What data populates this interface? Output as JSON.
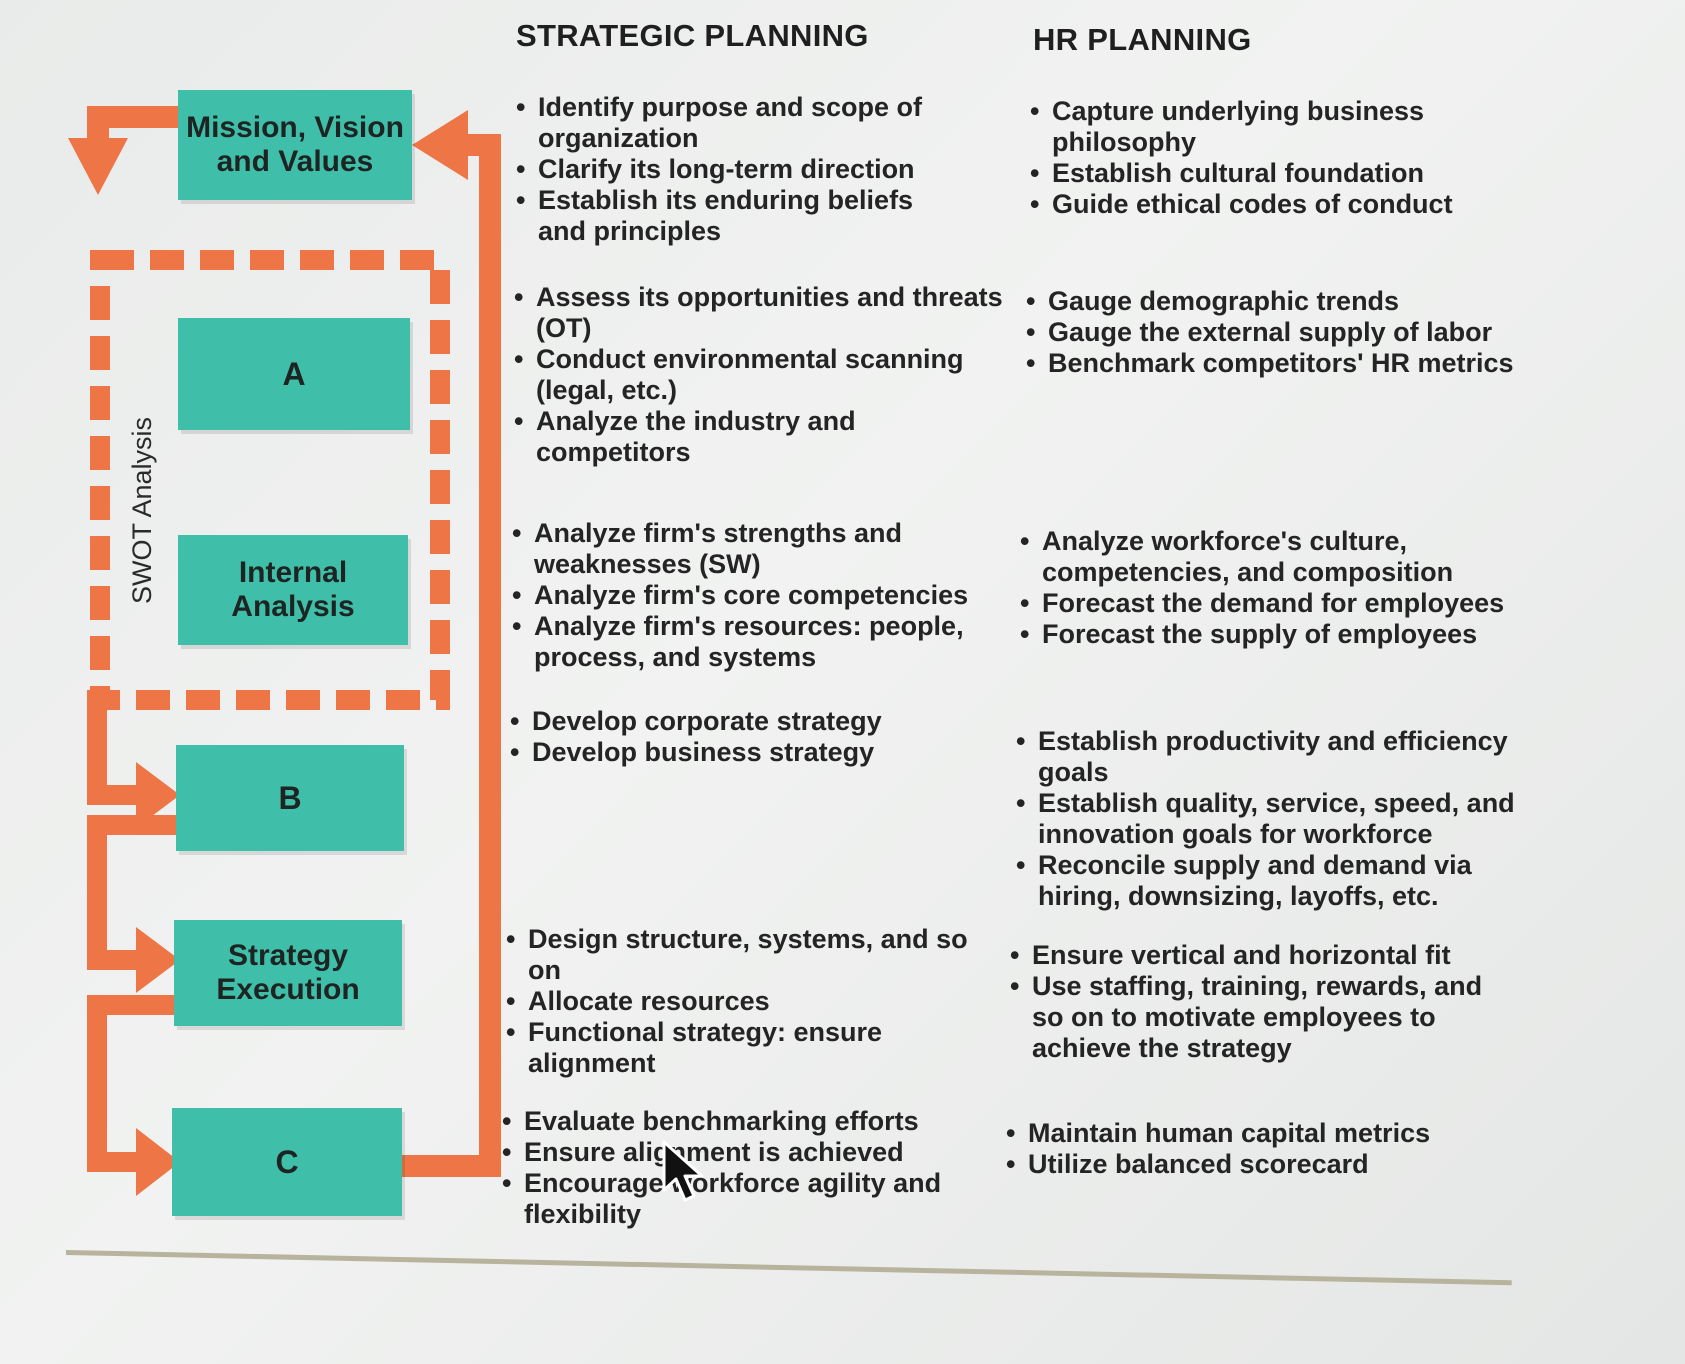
{
  "headers": {
    "strategic": "STRATEGIC PLANNING",
    "hr": "HR PLANNING"
  },
  "boxes": {
    "mission": {
      "line1": "Mission, Vision",
      "line2": "and Values"
    },
    "a": "A",
    "internal": {
      "line1": "Internal",
      "line2": "Analysis"
    },
    "b": "B",
    "execution": {
      "line1": "Strategy",
      "line2": "Execution"
    },
    "c": "C"
  },
  "swot_label": "SWOT Analysis",
  "strategic": {
    "mission": [
      "Identify purpose and scope of organization",
      "Clarify its long-term direction",
      "Establish its enduring beliefs and principles"
    ],
    "external": [
      "Assess its opportunities and threats (OT)",
      "Conduct environmental scanning (legal, etc.)",
      "Analyze the industry and competitors"
    ],
    "internal": [
      "Analyze firm's strengths and weaknesses (SW)",
      "Analyze firm's core competencies",
      "Analyze firm's resources: people, process, and systems"
    ],
    "formulation": [
      "Develop corporate strategy",
      "Develop business strategy"
    ],
    "execution": [
      "Design structure, systems, and so on",
      "Allocate resources",
      "Functional strategy: ensure alignment"
    ],
    "assessment": [
      "Evaluate benchmarking efforts",
      "Ensure alignment is achieved",
      "Encourage workforce agility and flexibility"
    ]
  },
  "hr": {
    "mission": [
      "Capture underlying business philosophy",
      "Establish cultural foundation",
      "Guide ethical codes of conduct"
    ],
    "external": [
      "Gauge demographic trends",
      "Gauge the external supply of labor",
      "Benchmark competitors' HR metrics"
    ],
    "internal": [
      "Analyze workforce's culture, competencies, and composition",
      "Forecast the demand for employees",
      "Forecast the supply of employees"
    ],
    "formulation": [
      "Establish productivity and efficiency goals",
      "Establish quality, service, speed, and innovation goals for workforce",
      "Reconcile supply and demand via hiring, downsizing, layoffs, etc."
    ],
    "execution": [
      "Ensure vertical and horizontal fit",
      "Use staffing, training, rewards, and so on to motivate employees to achieve the strategy"
    ],
    "assessment": [
      "Maintain human capital metrics",
      "Utilize balanced scorecard"
    ]
  },
  "colors": {
    "box": "#3fbfa9",
    "arrow": "#ee7646",
    "text": "#242424"
  },
  "icons": [
    "mouse-cursor-icon"
  ]
}
